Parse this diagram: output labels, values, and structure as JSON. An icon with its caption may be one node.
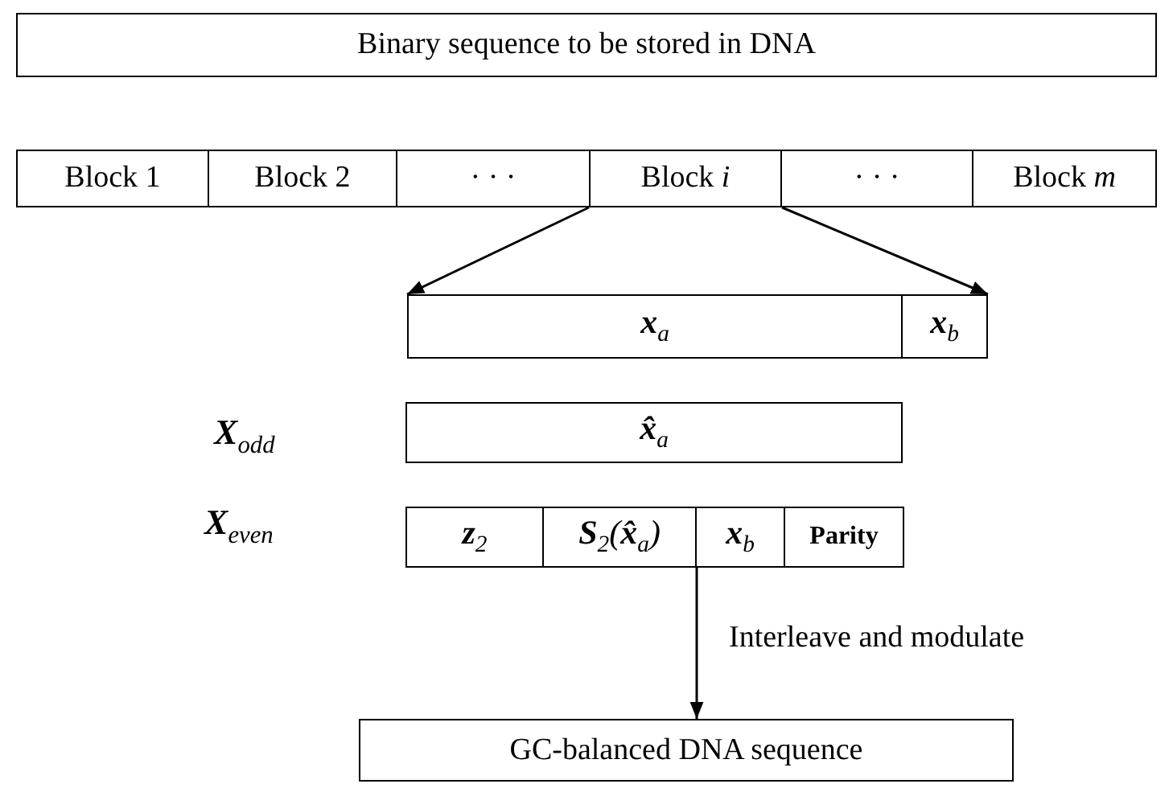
{
  "diagram": {
    "nodes": [
      {
        "text": [
          "Binary sequence to be stored in DNA"
        ]
      },
      {
        "text": [
          "Block 1"
        ]
      },
      {
        "text": [
          "Block 2"
        ]
      },
      {
        "text": [
          "· · ·"
        ]
      },
      {
        "text": [
          "Block *i*"
        ]
      },
      {
        "text": [
          "· · ·"
        ]
      },
      {
        "text": [
          "Block *m*"
        ]
      },
      {
        "text": [
          "**x**$_{a}$"
        ]
      },
      {
        "text": [
          "**x**$_{b}$"
        ]
      },
      {
        "text": [
          "**x̂**$_{a}$"
        ]
      },
      {
        "text": [
          "**z**$_{2}$"
        ]
      },
      {
        "text": [
          "**S**$_{2}$(**x̂**$_{a}$)"
        ]
      },
      {
        "text": [
          "**x**$_{b}$"
        ]
      },
      {
        "text": [
          "Parity"
        ]
      },
      {
        "text": [
          "GC-balanced DNA sequence"
        ]
      }
    ],
    "edges": [
      {
        "from": 4,
        "to": 7,
        "arrow": "to"
      },
      {
        "from": 4,
        "to": 8,
        "arrow": "to"
      },
      {
        "from": 11,
        "to": 14,
        "arrow": "to",
        "label": "Interleave and modulate"
      }
    ],
    "labels": [
      "**X**$_{odd}$",
      "**X**$_{even}$"
    ]
  }
}
